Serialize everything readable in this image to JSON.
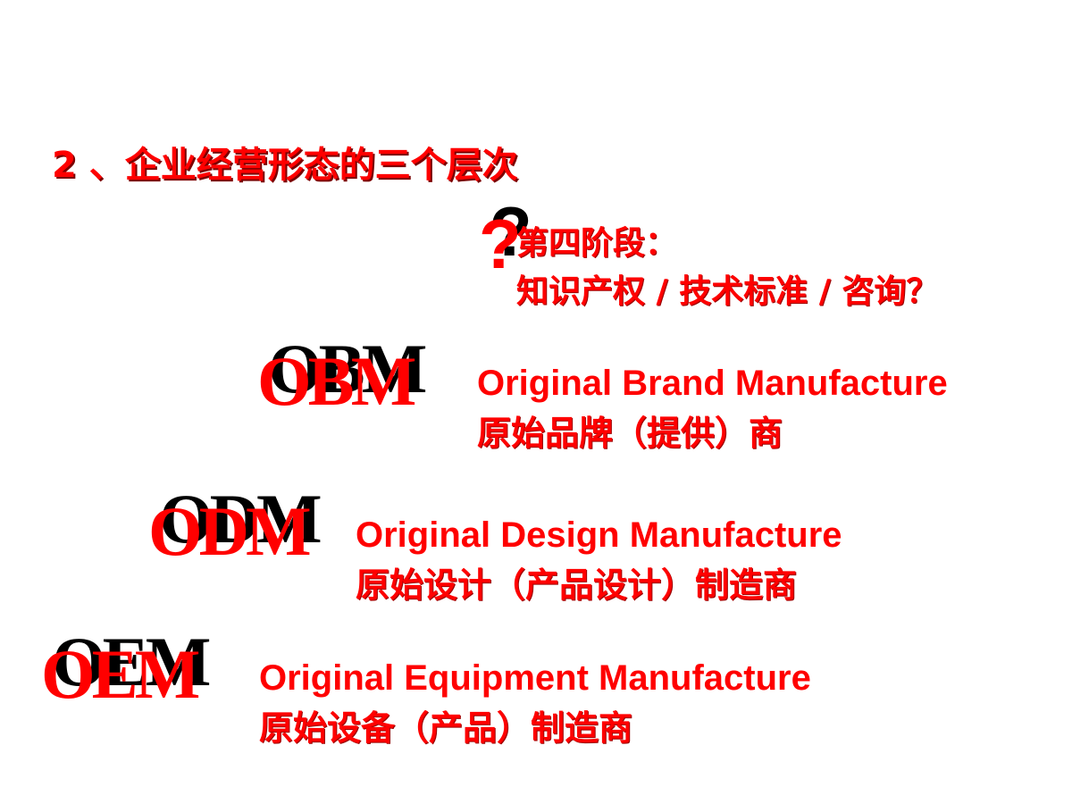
{
  "title": "2 、企业经营形态的三个层次",
  "question_mark": "?",
  "stage4": {
    "line1": "第四阶段：",
    "line2": "知识产权 / 技术标准 / 咨询？"
  },
  "levels": [
    {
      "acronym": "OBM",
      "english": "Original Brand Manufacture",
      "chinese": "原始品牌（提供）商"
    },
    {
      "acronym": "ODM",
      "english": "Original Design Manufacture",
      "chinese": "原始设计（产品设计）制造商"
    },
    {
      "acronym": "OEM",
      "english": "Original Equipment Manufacture",
      "chinese": "原始设备（产品）制造商"
    }
  ],
  "colors": {
    "text_primary": "#ff0000",
    "shadow": "#000000",
    "background": "#ffffff"
  }
}
